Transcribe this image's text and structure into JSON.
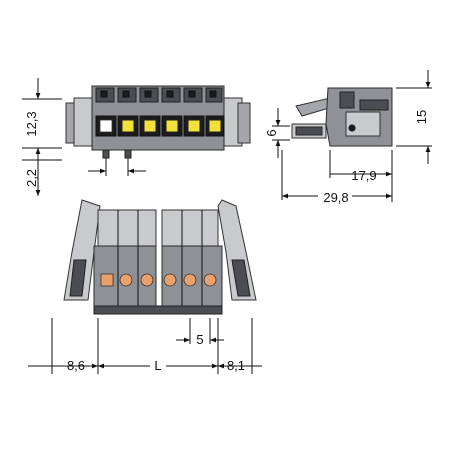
{
  "dimensions": {
    "top_left_height": "12,3",
    "top_left_step": "2,2",
    "side_depth": "6",
    "side_height": "15",
    "side_inner_width": "17,9",
    "side_total_width": "29,8",
    "bottom_left_offset": "8,6",
    "bottom_length": "L",
    "bottom_right_offset": "8,1",
    "bottom_pitch": "5"
  },
  "colors": {
    "housing": "#8f9196",
    "dark": "#4b4d52",
    "light": "#c9cace",
    "marker": "#f1e13a",
    "contact": "#e9a06a"
  }
}
